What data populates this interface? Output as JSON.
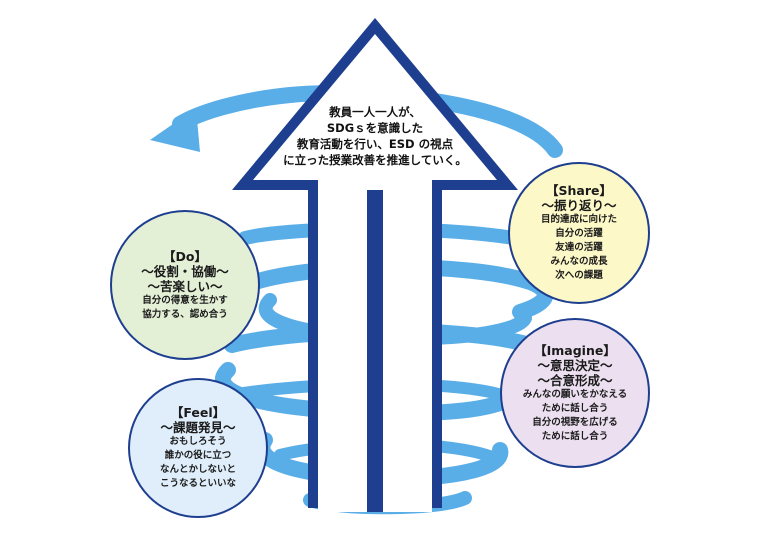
{
  "colors": {
    "arrow_blue": "#1e3f8f",
    "spiral_blue": "#5aaee8",
    "do_fill": "#e4f0d6",
    "share_fill": "#fdf8c8",
    "imagine_fill": "#ebdff0",
    "feel_fill": "#dfeefa"
  },
  "center_arrow": {
    "lines": [
      "教員一人一人が、",
      "SDGｓを意識した",
      "教育活動を行い、ESD の視点",
      "に立った授業改善を推進していく。"
    ]
  },
  "do": {
    "lines": [
      "【Do】",
      "～役割・協働～",
      "～苦楽しい～"
    ],
    "body": [
      "自分の得意を生かす",
      "協力する、認め合う"
    ]
  },
  "share": {
    "lines": [
      "【Share】",
      "～振り返り～"
    ],
    "body": [
      "目的達成に向けた",
      "自分の活躍",
      "友達の活躍",
      "みんなの成長",
      "次への課題"
    ]
  },
  "imagine": {
    "lines": [
      "【Imagine】",
      "～意思決定～",
      "～合意形成～"
    ],
    "body": [
      "みんなの願いをかなえる",
      "ために話し合う",
      "自分の視野を広げる",
      "ために話し合う"
    ]
  },
  "feel": {
    "lines": [
      "【Feel】",
      "～課題発見～"
    ],
    "body": [
      "おもしろそう",
      "誰かの役に立つ",
      "なんとかしないと",
      "こうなるといいな"
    ]
  }
}
